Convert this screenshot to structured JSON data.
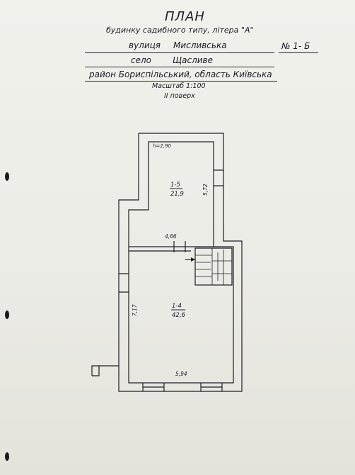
{
  "header": {
    "title": "ПЛАН",
    "subtitle": "будинку садибного типу, літера \"А\"",
    "number": "№ 1- Б",
    "street_label": "вулиця",
    "street_value": "Мисливська",
    "village_label": "село",
    "village_value": "Щасливе",
    "district_line": "район Бориспільський,  область  Київська",
    "scale": "Масштаб 1:100",
    "floor": "ІІ поверх"
  },
  "plan": {
    "ceiling_height": "h=2,90",
    "room_upper": {
      "id": "1-5",
      "area": "21,9"
    },
    "room_lower": {
      "id": "1-4",
      "area": "42,6"
    },
    "dims": {
      "upper_right": "5,72",
      "upper_bottom": "4,66",
      "lower_left": "7,17",
      "lower_bottom": "5,94"
    }
  }
}
